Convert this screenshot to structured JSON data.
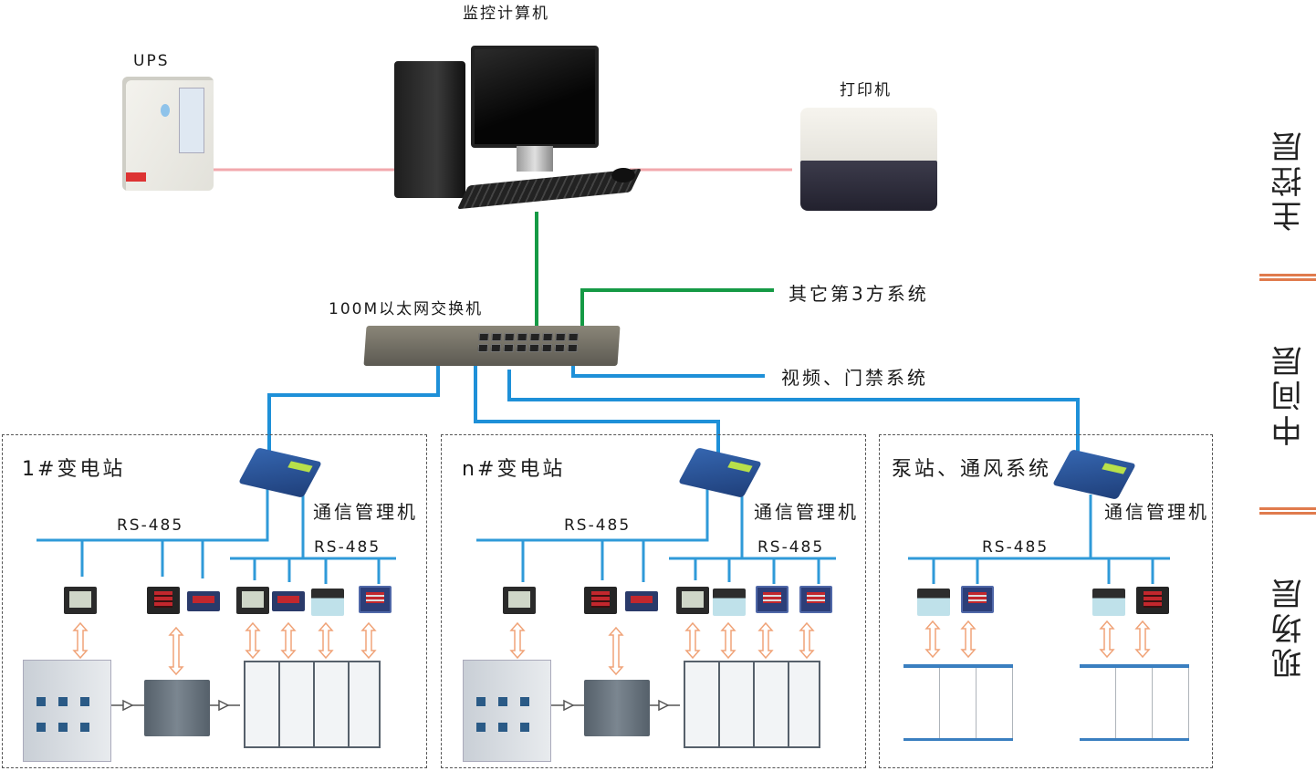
{
  "title": "监控计算机系统网络拓扑图",
  "colors": {
    "power_line": "#f2a8ad",
    "ethernet_green": "#159a45",
    "ethernet_blue": "#1e90d8",
    "rs485_blue": "#2f9ad8",
    "io_arrow": "#f0a378",
    "layer_separator": "#e07b4d",
    "zone_border": "#555555"
  },
  "top_layer": {
    "computer_label": "监控计算机",
    "ups_label": "UPS",
    "printer_label": "打印机"
  },
  "middle_layer": {
    "switch_label": "100M以太网交换机",
    "third_party_label": "其它第3方系统",
    "video_access_label": "视频、门禁系统"
  },
  "layers": [
    {
      "label": "主控层"
    },
    {
      "label": "中间层"
    },
    {
      "label": "现场层"
    }
  ],
  "zones": [
    {
      "title": "1#变电站",
      "comm_manager_label": "通信管理机",
      "bus_a_label": "RS-485",
      "bus_b_label": "RS-485",
      "bus_a_devices": [
        "lcd-meter",
        "led-meter",
        "panel-meter"
      ],
      "bus_b_devices": [
        "lcd-meter",
        "panel-meter",
        "relay-module",
        "blue-meter"
      ],
      "equipment": [
        "high-voltage-cabinet",
        "transformer",
        "low-voltage-cabinet"
      ]
    },
    {
      "title": "n#变电站",
      "comm_manager_label": "通信管理机",
      "bus_a_label": "RS-485",
      "bus_b_label": "RS-485",
      "bus_a_devices": [
        "lcd-meter",
        "led-meter",
        "panel-meter"
      ],
      "bus_b_devices": [
        "lcd-meter",
        "relay-module",
        "blue-meter",
        "blue-meter"
      ],
      "equipment": [
        "high-voltage-cabinet",
        "transformer",
        "low-voltage-cabinet"
      ]
    },
    {
      "title": "泵站、通风系统",
      "comm_manager_label": "通信管理机",
      "bus_a_label": "RS-485",
      "bus_a_devices": [
        "relay-module",
        "blue-meter",
        "relay-module",
        "led-meter"
      ],
      "equipment": [
        "control-cabinet",
        "control-cabinet"
      ]
    }
  ]
}
